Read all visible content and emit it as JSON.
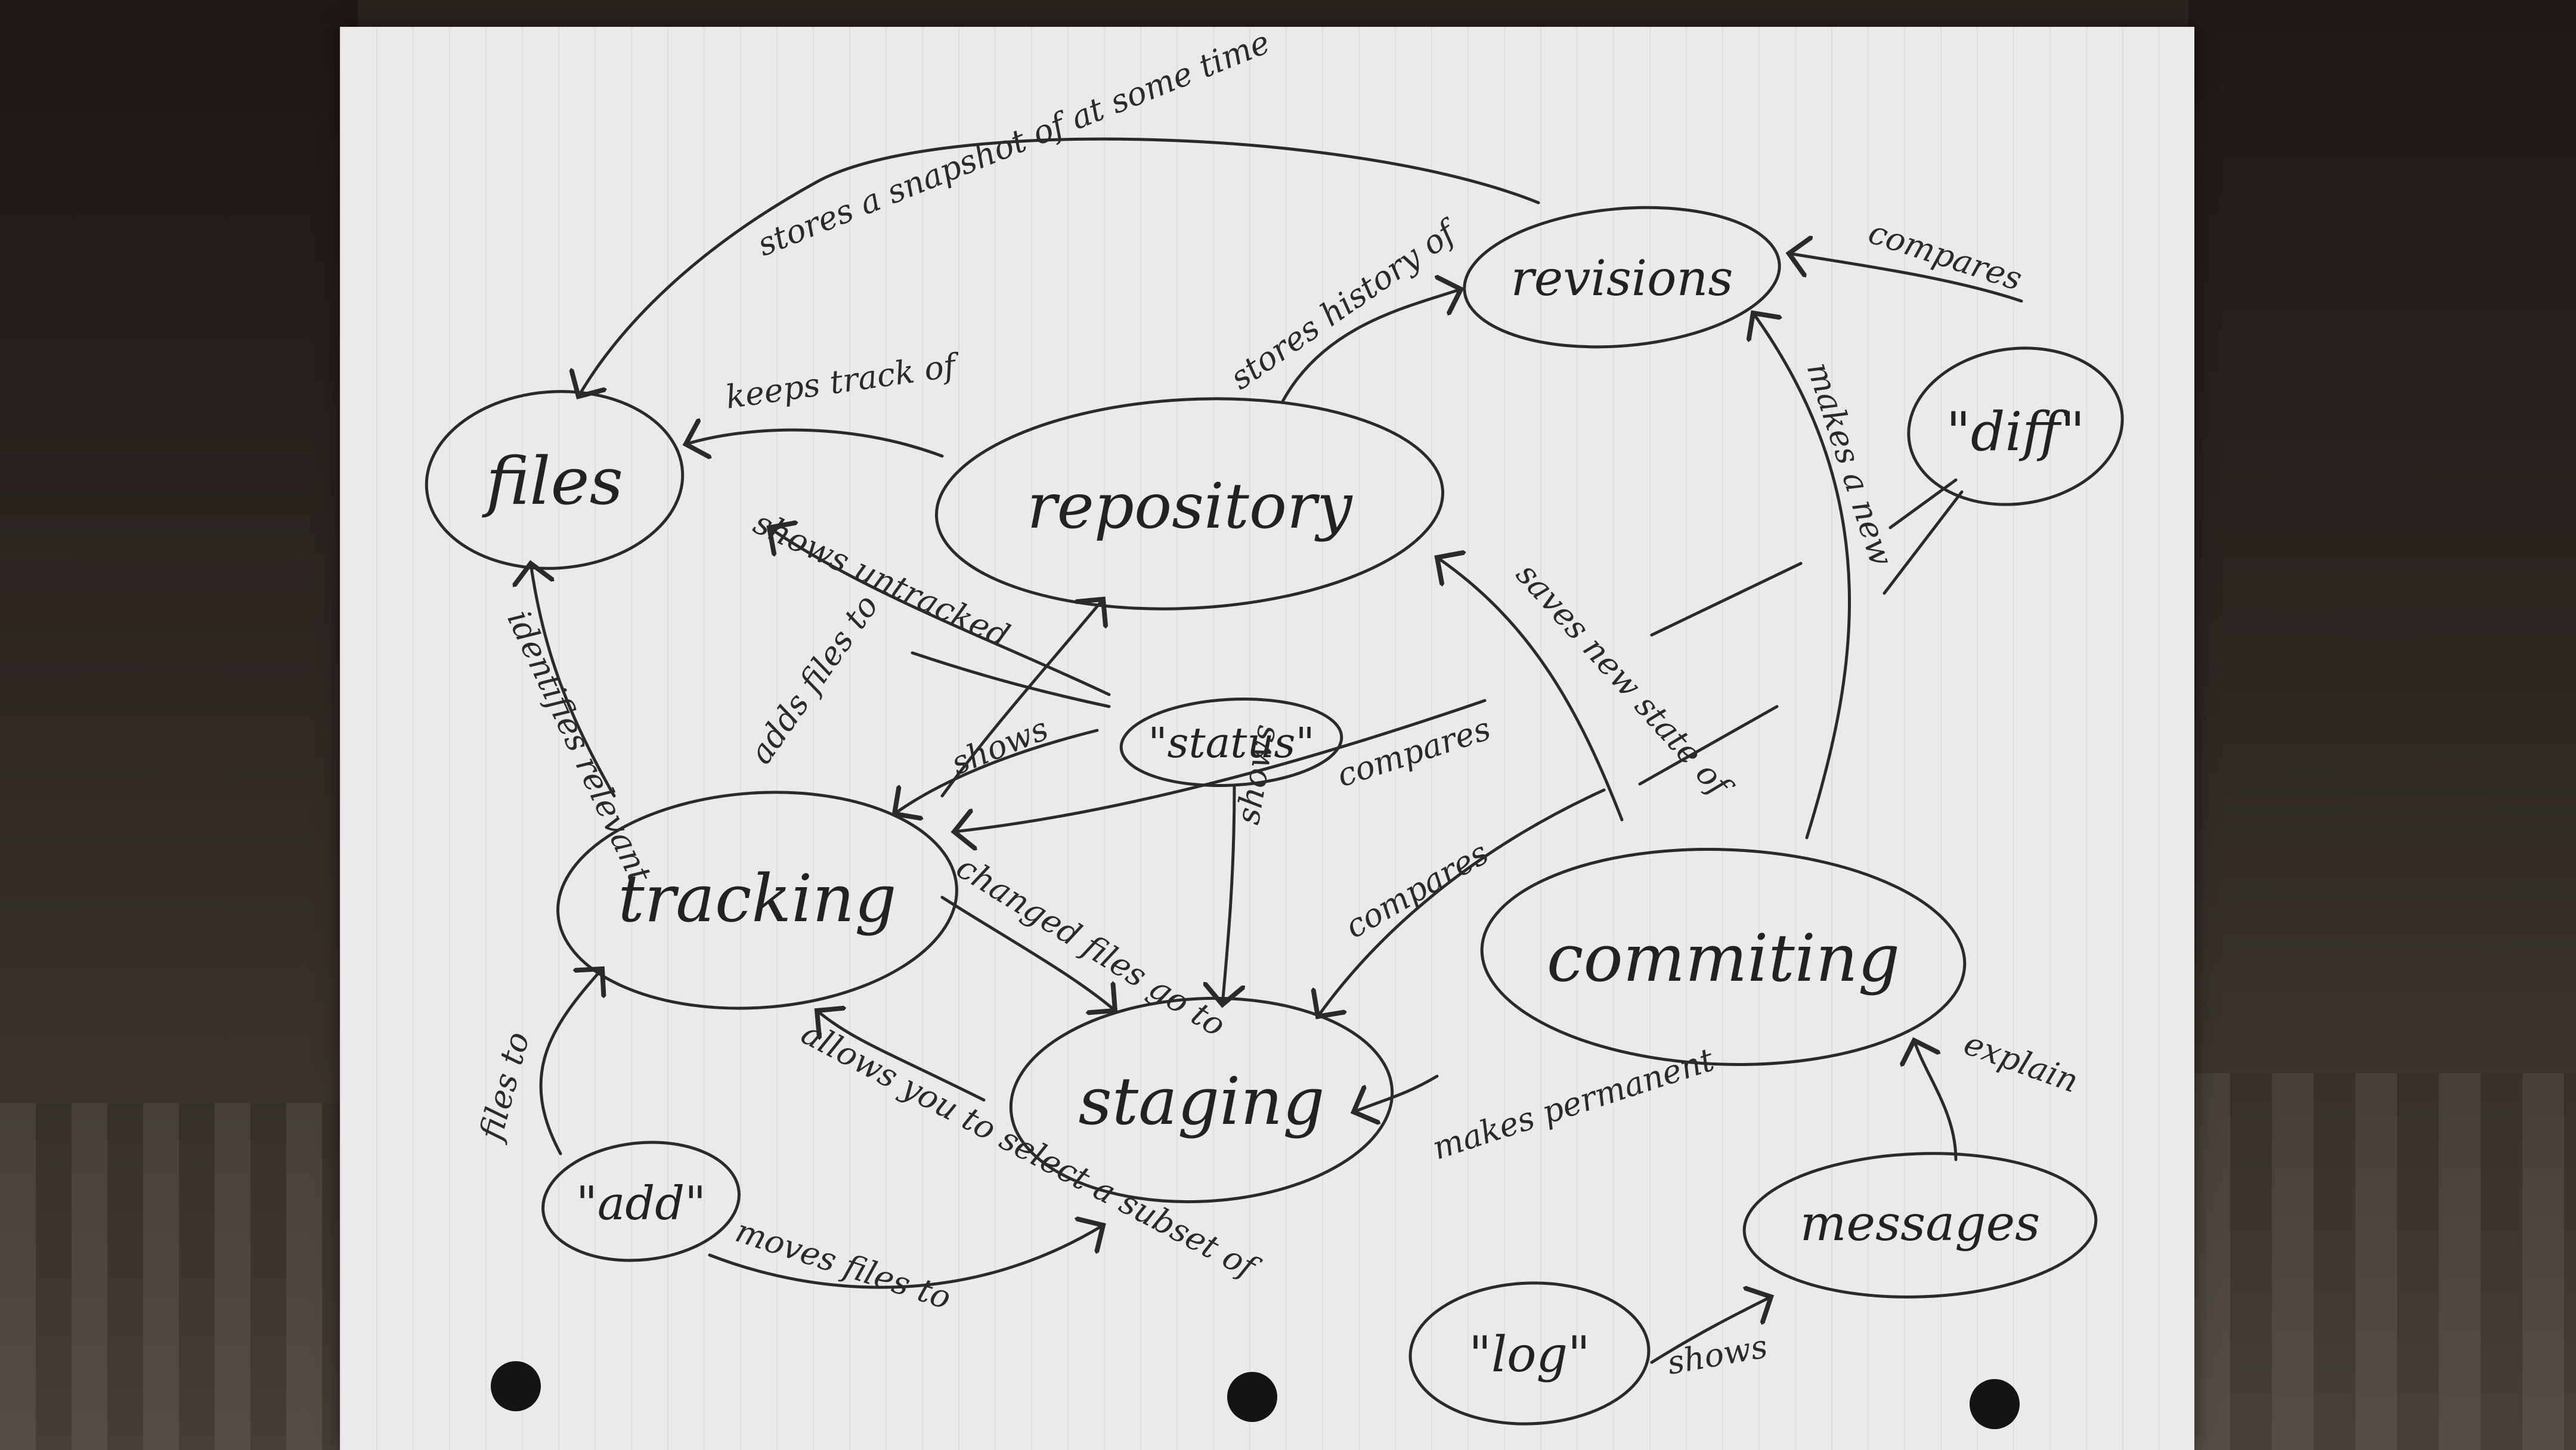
{
  "nodes": {
    "files": "files",
    "repository": "repository",
    "revisions": "revisions",
    "diff": "\"diff\"",
    "status": "\"status\"",
    "tracking": "tracking",
    "commiting": "commiting",
    "staging": "staging",
    "add": "\"add\"",
    "messages": "messages",
    "log": "\"log\""
  },
  "edges": {
    "stores_snapshot": "stores a snapshot of at some time",
    "keeps_track": "keeps track of",
    "stores_history": "stores history of",
    "compares_diff": "compares",
    "makes_new": "makes a new",
    "shows_untracked": "shows untracked",
    "adds_files_to": "adds files to",
    "identifies_relevant": "identifies relevant",
    "shows_status_tracking": "shows",
    "saves_new_state": "saves new state of",
    "compares_status": "compares",
    "changed_files_go_to": "changed files go to",
    "shows_status_staging": "shows",
    "compares_commit": "compares",
    "files_to_add": "files to",
    "allows_subset": "allows you to select a subset of",
    "makes_permanent": "makes permanent",
    "explain": "explain",
    "moves_files_to": "moves files to",
    "log_shows": "shows"
  }
}
